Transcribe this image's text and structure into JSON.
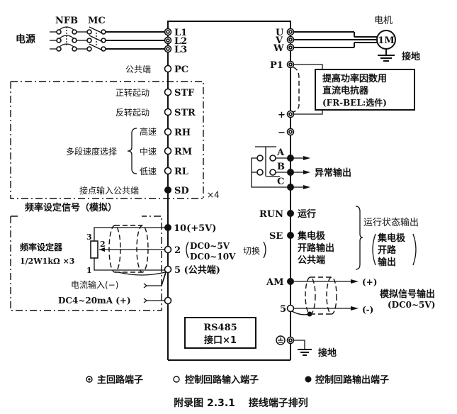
{
  "power_input": {
    "source_label": "电源",
    "breaker_label": "NFB",
    "contactor_label": "MC"
  },
  "main_terminals_left": [
    "L1",
    "L2",
    "L3"
  ],
  "motor": {
    "label": "电机",
    "symbol": "1M",
    "ground_label": "接地"
  },
  "main_terminals_right": [
    "U",
    "V",
    "W",
    "P1"
  ],
  "dc_reactor": {
    "lines": [
      "提高功率因数用",
      "直流电抗器",
      "(FR-BEL:选件)"
    ],
    "plus": "+",
    "minus": "−"
  },
  "common_terminal": {
    "label": "公共端",
    "terminal": "PC"
  },
  "input_terminals": [
    {
      "label": "正转起动",
      "terminal": "STF"
    },
    {
      "label": "反转起动",
      "terminal": "STR"
    },
    {
      "label": "高速",
      "terminal": "RH"
    },
    {
      "label": "中速",
      "terminal": "RM"
    },
    {
      "label": "低速",
      "terminal": "RL"
    },
    {
      "label": "接点输入公共端",
      "terminal": "SD"
    }
  ],
  "multi_speed_label": "多段速度选择",
  "multiplier_x4": "×4",
  "fault_output": {
    "terminals": [
      "A",
      "B",
      "C"
    ],
    "label": "异常输出"
  },
  "freq_setting": {
    "box_title": "频率设定信号（模拟）",
    "potentiometer_label": "频率设定器",
    "potentiometer_spec": "1/2W1kΩ ×3",
    "pins": [
      "3",
      "2",
      "1"
    ],
    "terminal_10": "10(+5V)",
    "terminal_2": "2",
    "range_1": "DC0~5V",
    "range_2": "DC0~10V",
    "switch_label": "切换",
    "terminal_5": "5 (公共端)",
    "current_input_minus": "电流输入(−)",
    "current_input_plus": "DC4~20mA (+)"
  },
  "run_outputs": {
    "run_terminal": "RUN",
    "run_label": "运行",
    "se_terminal": "SE",
    "se_lines": [
      "集电极",
      "开路输出",
      "公共端"
    ],
    "group_label": "运行状态输出",
    "group_sub": [
      "集电极",
      "开路",
      "输出"
    ]
  },
  "analog_output": {
    "am_terminal": "AM",
    "common_terminal": "5",
    "plus": "(+)",
    "minus": "(-)",
    "label": "模拟信号输出",
    "range": "(DC0~5V)"
  },
  "rs485": {
    "lines": [
      "RS485",
      "接口×1"
    ]
  },
  "ground_label": "接地",
  "legend": [
    {
      "symbol": "double-circle",
      "label": "主回路端子"
    },
    {
      "symbol": "open-circle",
      "label": "控制回路输入端子"
    },
    {
      "symbol": "filled-circle",
      "label": "控制回路输出端子"
    }
  ],
  "caption": "附录图 2.3.1　 接线端子排列"
}
